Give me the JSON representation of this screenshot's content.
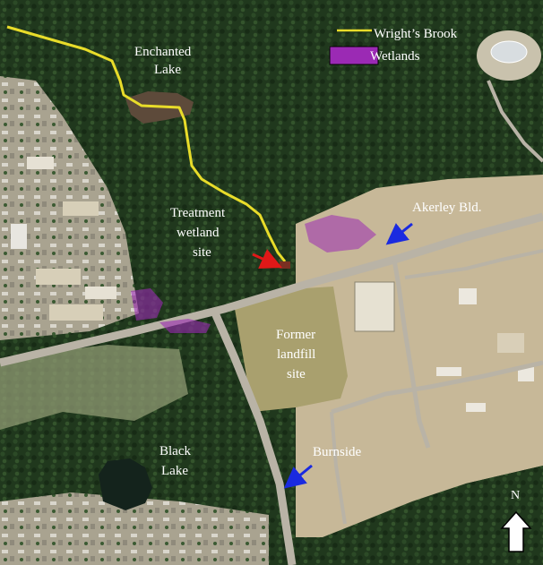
{
  "labels": {
    "enchanted_line1": "Enchanted",
    "enchanted_line2": "Lake",
    "treatment_line1": "Treatment",
    "treatment_line2": "wetland",
    "treatment_line3": "site",
    "akerley": "Akerley Bld.",
    "landfill_line1": "Former",
    "landfill_line2": "landfill",
    "landfill_line3": "site",
    "black_line1": "Black",
    "black_line2": "Lake",
    "burnside": "Burnside"
  },
  "legend": {
    "brook": "Wright’s Brook",
    "wetlands": "Wetlands"
  },
  "north": "N",
  "colors": {
    "forest": "#1f3a1c",
    "brook": "#e8dc2a",
    "wetland": "#9b2ab4",
    "arrow_blue": "#1a2ae0",
    "arrow_red": "#e01818",
    "road": "#b9b3a6",
    "cleared": "#c7b898",
    "water": "#14231c"
  }
}
